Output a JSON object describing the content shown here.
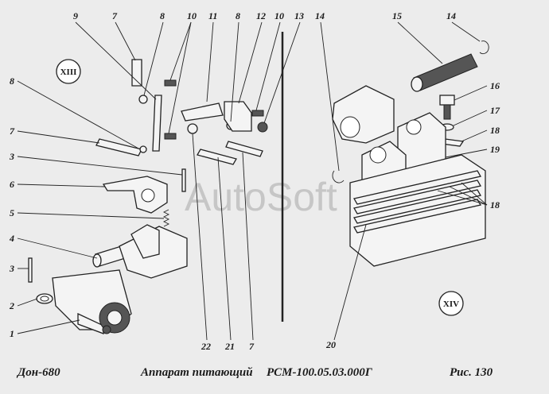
{
  "footer": {
    "model": "Дон-680",
    "title": "Аппарат питающий",
    "code": "РСМ-100.05.03.000Г",
    "figure": "Рис. 130"
  },
  "views": {
    "left": "XIII",
    "right": "XIV"
  },
  "watermark": "AutoSoft",
  "callouts": [
    "9",
    "7",
    "8",
    "10",
    "11",
    "8",
    "12",
    "10",
    "13",
    "14",
    "15",
    "14",
    "16",
    "17",
    "18",
    "19",
    "18",
    "8",
    "7",
    "3",
    "6",
    "5",
    "4",
    "3",
    "2",
    "1",
    "22",
    "21",
    "7",
    "20"
  ]
}
